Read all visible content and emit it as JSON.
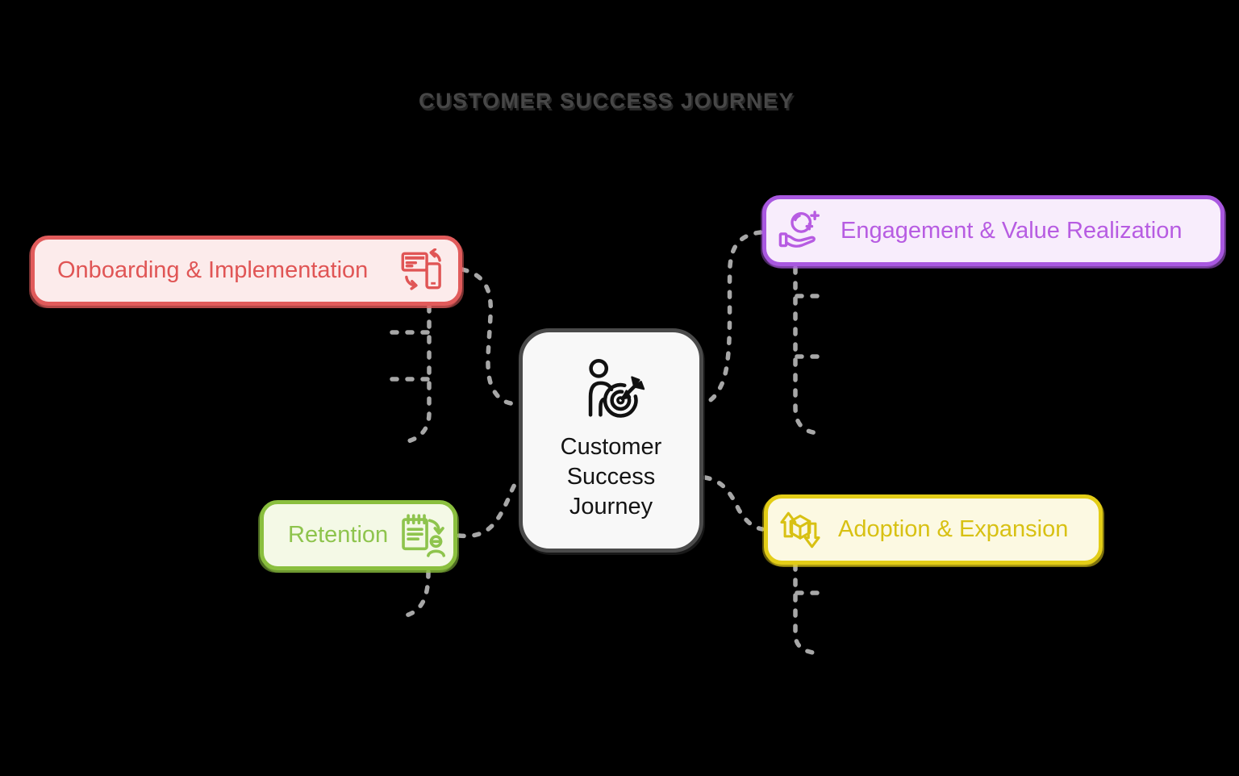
{
  "title": {
    "text": "CUSTOMER SUCCESS JOURNEY",
    "color": "#474747"
  },
  "center_node": {
    "icon": "person-target-icon",
    "label": "Customer Success Journey",
    "lines": [
      "Customer",
      "Success",
      "Journey"
    ],
    "border_color": "#4a4a4a",
    "fill": "#f8f8f8",
    "text_color": "#141414"
  },
  "branches": [
    {
      "label": "Onboarding & Implementation",
      "icon": "device-sync-icon",
      "position": "top-left",
      "accent": "#e15b5b",
      "fill": "#fcebeb"
    },
    {
      "label": "Engagement & Value Realization",
      "icon": "hand-sphere-icon",
      "position": "top-right",
      "accent": "#a958e0",
      "fill": "#f8edfc"
    },
    {
      "label": "Retention",
      "icon": "clipboard-person-icon",
      "position": "bottom-left",
      "accent": "#8abf3e",
      "fill": "#f4f9e6"
    },
    {
      "label": "Adoption & Expansion",
      "icon": "cube-arrows-icon",
      "position": "bottom-right",
      "accent": "#e3cd17",
      "fill": "#fcf9e2"
    }
  ],
  "connectors": {
    "color": "#a7a7a7",
    "style": "dashed"
  },
  "background": "#000000"
}
